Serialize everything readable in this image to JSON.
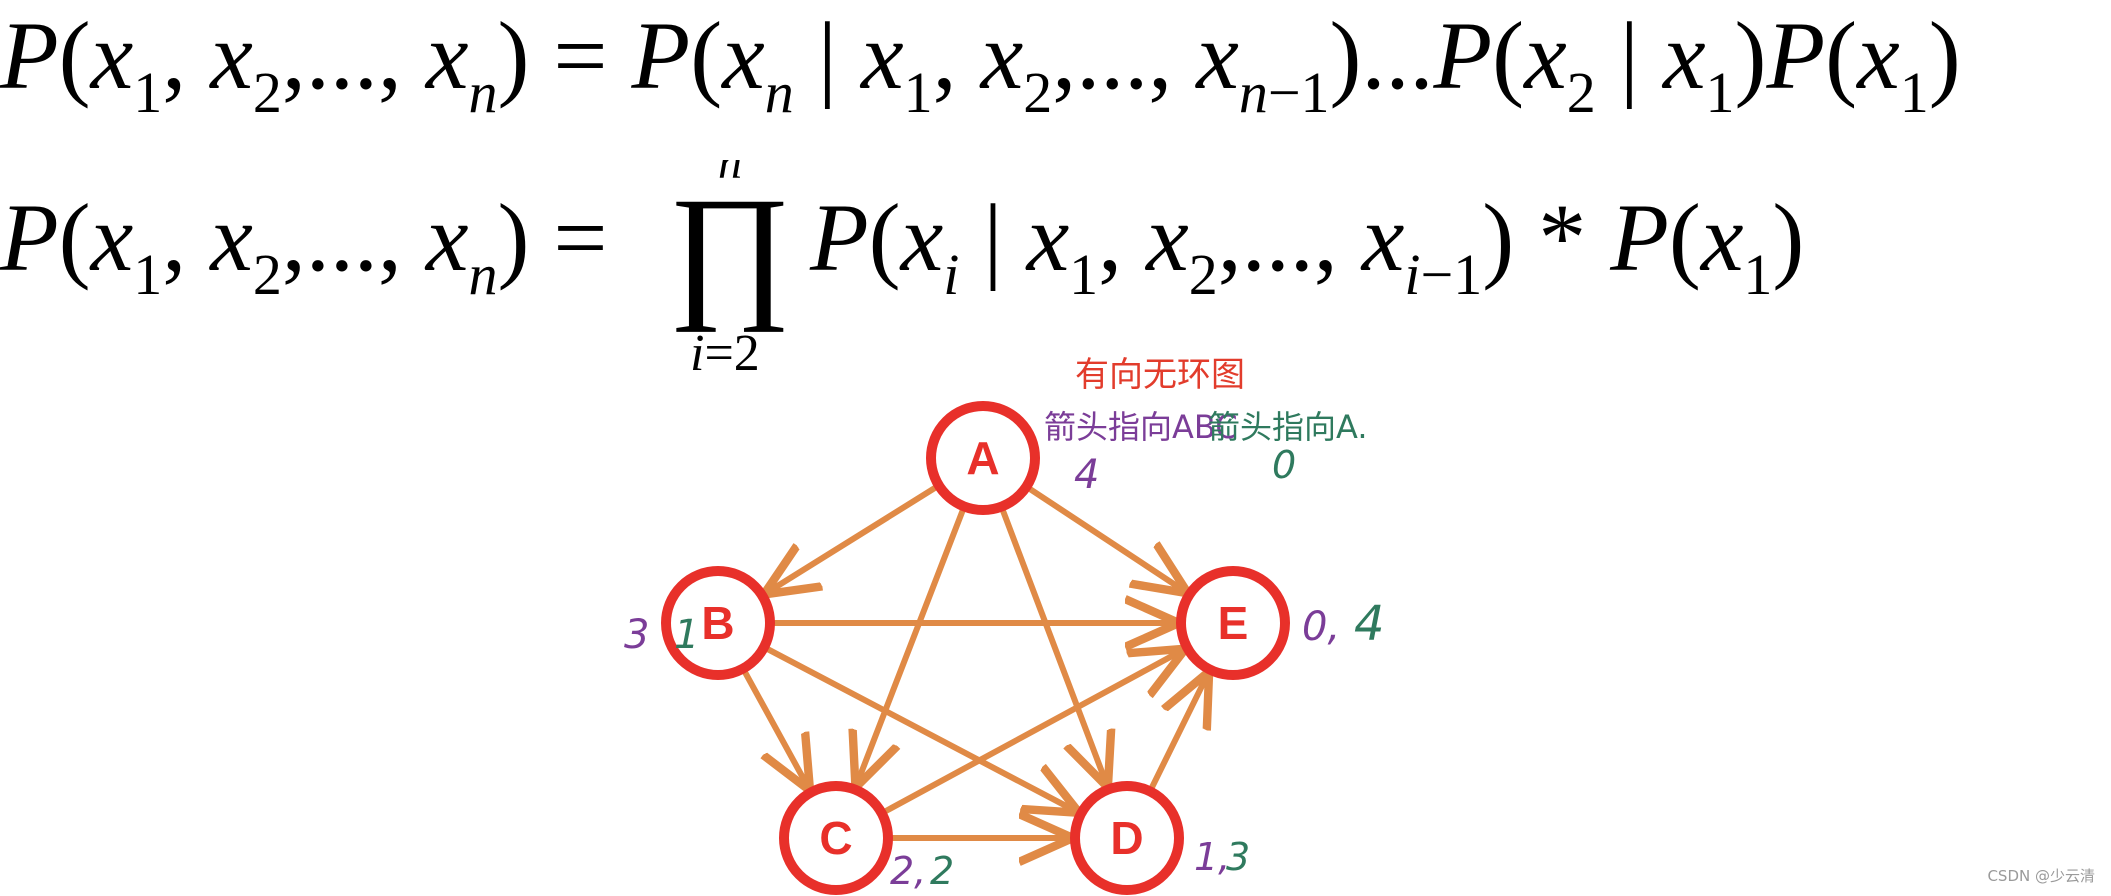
{
  "formulas": {
    "line1": {
      "lhs": {
        "fn": "P",
        "args": [
          "x",
          "1",
          "x",
          "2",
          "...",
          "x",
          "n"
        ]
      },
      "eq": "=",
      "rhs_text": "P(x_n | x_1, x_2,..., x_{n−1})...P(x_2 | x_1)P(x_1)",
      "sub_n_minus_1": "n−1"
    },
    "line2": {
      "eq": "=",
      "prod_upper": "n",
      "prod_lower": "i=2",
      "star": "*",
      "sub_i": "i",
      "sub_i_minus_1": "i−1"
    }
  },
  "graph": {
    "nodes": [
      {
        "id": "A",
        "label": "A"
      },
      {
        "id": "B",
        "label": "B"
      },
      {
        "id": "C",
        "label": "C"
      },
      {
        "id": "D",
        "label": "D"
      },
      {
        "id": "E",
        "label": "E"
      }
    ],
    "edges": [
      {
        "from": "A",
        "to": "B"
      },
      {
        "from": "A",
        "to": "C"
      },
      {
        "from": "A",
        "to": "D"
      },
      {
        "from": "A",
        "to": "E"
      },
      {
        "from": "B",
        "to": "C"
      },
      {
        "from": "B",
        "to": "D"
      },
      {
        "from": "B",
        "to": "E"
      },
      {
        "from": "C",
        "to": "D"
      },
      {
        "from": "C",
        "to": "E"
      },
      {
        "from": "D",
        "to": "E"
      }
    ],
    "node_color": "#e8302a",
    "edge_color": "#e08a46"
  },
  "annotations": {
    "title": "有向无环图",
    "arrow_to_label": "箭头指向ABC",
    "arrow_from_label": "箭头指向A.",
    "A_purple": "4",
    "A_green": "0",
    "B_purple": "3",
    "B_green": "1",
    "E_purple": "0,",
    "E_green": "4",
    "C_purple": "2,",
    "C_green": "2",
    "D_purple": "1,",
    "D_green": "3",
    "colors": {
      "title": "#e23c2c",
      "purple": "#7b3d98",
      "green": "#2f7a5e"
    }
  },
  "watermark": "CSDN @少云清"
}
